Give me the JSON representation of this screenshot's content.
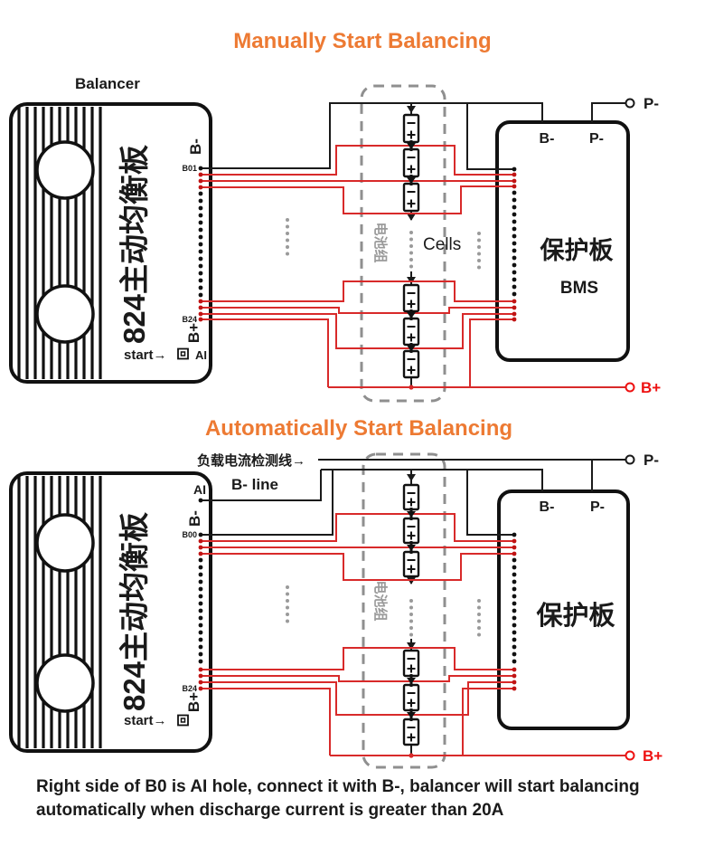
{
  "titles": {
    "manual": "Manually Start Balancing",
    "auto": "Automatically Start Balancing"
  },
  "colors": {
    "accent_orange": "#ed7a33",
    "wire_red": "#d82a2a",
    "wire_black": "#1a1a1a",
    "terminal_red": "#ee1111",
    "dashed_gray": "#8f8f8f"
  },
  "manual": {
    "balancer_label": "Balancer",
    "board_text": "824主动均衡板",
    "b_minus_pin": "B-",
    "b01": "B01",
    "b24": "B24",
    "b_plus_pin": "B+",
    "start": "start→",
    "ai": "AI",
    "pack_label": "电池组",
    "cells": "Cells",
    "bms_b_minus": "B-",
    "bms_p_minus": "P-",
    "bms_cn": "保护板",
    "bms_en": "BMS",
    "p_minus_terminal": "P-",
    "b_plus_terminal": "B+"
  },
  "auto": {
    "load_line": "负载电流检测线→",
    "b_line": "B- line",
    "ai": "AI",
    "board_text": "824主动均衡板",
    "b_minus_pin": "B-",
    "b00": "B00",
    "b24": "B24",
    "b_plus_pin": "B+",
    "start": "start→",
    "pack_label": "电池组",
    "bms_b_minus": "B-",
    "bms_p_minus": "P-",
    "bms_cn": "保护板",
    "p_minus_terminal": "P-",
    "b_plus_terminal": "B+"
  },
  "footer": {
    "line1": "Right side of B0 is AI hole, connect it with B-, balancer will start balancing",
    "line2": "automatically when discharge current is greater than 20A"
  }
}
